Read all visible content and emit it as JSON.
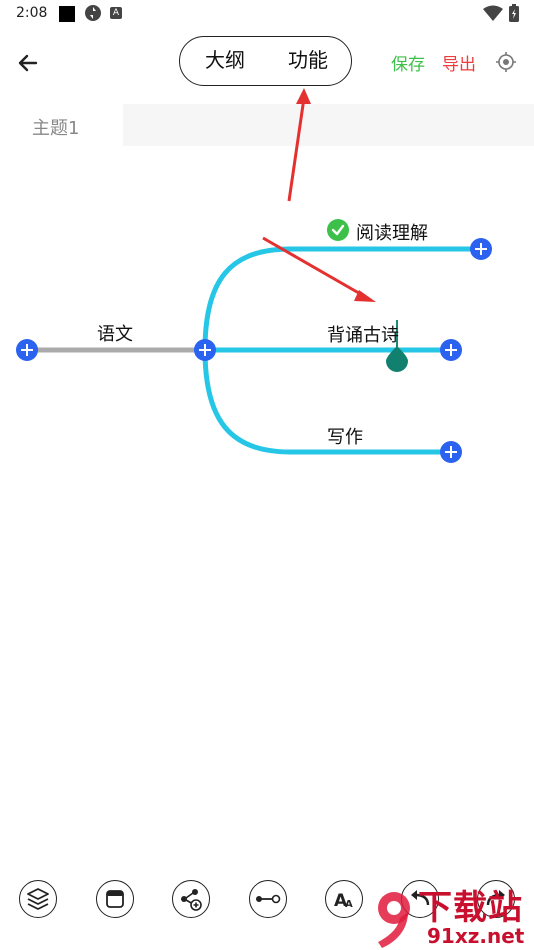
{
  "status": {
    "time": "2:08",
    "icon_a": "A"
  },
  "header": {
    "tabs": [
      {
        "label": "大纲"
      },
      {
        "label": "功能"
      }
    ],
    "save_label": "保存",
    "export_label": "导出",
    "colors": {
      "save": "#3cc04a",
      "export": "#ef3d3d"
    }
  },
  "sheet": {
    "tab_label": "主题1"
  },
  "mindmap": {
    "root": {
      "label": "语文"
    },
    "children": [
      {
        "label": "阅读理解",
        "marker": "check-circle-icon"
      },
      {
        "label": "背诵古诗",
        "editing": true
      },
      {
        "label": "写作"
      }
    ],
    "colors": {
      "branch": "#26c6e6",
      "root_line": "#aaaaaa",
      "add_button": "#2b63f0"
    }
  },
  "toolbar": {
    "icons": [
      "layers-icon",
      "layout-icon",
      "add-subnode-icon",
      "connector-icon",
      "font-size-icon",
      "undo-icon",
      "redo-icon"
    ]
  },
  "watermark": {
    "main": "下载站",
    "url": "91xz.net"
  }
}
